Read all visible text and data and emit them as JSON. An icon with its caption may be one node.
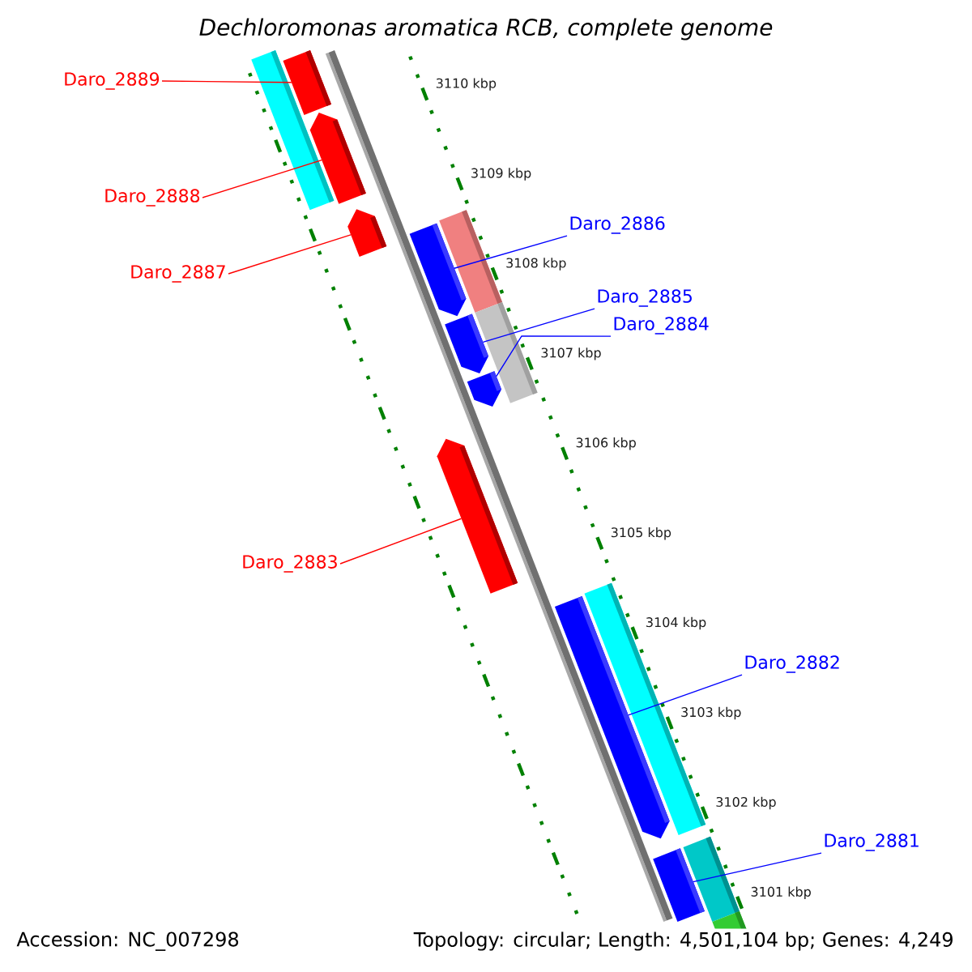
{
  "diagram": {
    "title": "Dechloromonas aromatica RCB, complete genome",
    "nodes": [
      {
        "text": [
          "Daro_2889"
        ]
      },
      {
        "text": [
          "Daro_2888"
        ]
      },
      {
        "text": [
          "Daro_2886"
        ]
      },
      {
        "text": [
          "Daro_2887"
        ]
      },
      {
        "text": [
          "Daro_2885"
        ]
      },
      {
        "text": [
          "Daro_2884"
        ]
      },
      {
        "text": [
          "Daro_2883"
        ]
      },
      {
        "text": [
          "Daro_2882"
        ]
      },
      {
        "text": [
          "Daro_2881"
        ]
      },
      {
        "text": [],
        "shape": "bar"
      },
      {
        "text": [],
        "shape": "bar"
      },
      {
        "text": [],
        "shape": "bar"
      },
      {
        "text": [],
        "shape": "bar"
      },
      {
        "text": [],
        "shape": "bar"
      },
      {
        "text": [],
        "shape": "bar"
      },
      {
        "text": [],
        "shape": "bar"
      },
      {
        "text": [],
        "shape": "bar"
      },
      {
        "text": [],
        "shape": "bar"
      }
    ],
    "edges": [
      {
        "from": 0,
        "to": 9,
        "arrow": "none",
        "color": "#ff0000"
      },
      {
        "from": 1,
        "to": 10,
        "arrow": "none",
        "color": "#ff0000"
      },
      {
        "from": 2,
        "to": 11,
        "arrow": "none"
      },
      {
        "from": 3,
        "to": 12,
        "arrow": "none",
        "color": "#ff0000"
      },
      {
        "from": 4,
        "to": 13,
        "arrow": "none"
      },
      {
        "from": 5,
        "to": 14,
        "arrow": "none"
      },
      {
        "from": 6,
        "to": 15,
        "arrow": "none",
        "color": "#ff0000"
      },
      {
        "from": 7,
        "to": 16,
        "arrow": "none"
      },
      {
        "from": 8,
        "to": 17,
        "arrow": "none"
      }
    ],
    "labels": [
      "3110 kbp",
      "3109 kbp",
      "3108 kbp",
      "3107 kbp",
      "3106 kbp",
      "3105 kbp",
      "3104 kbp",
      "3103 kbp",
      "3102 kbp",
      "3101 kbp",
      "Accession: NC_007298",
      "Topology: circular; Length: 4,501,104 bp; Genes: 4,249"
    ]
  }
}
